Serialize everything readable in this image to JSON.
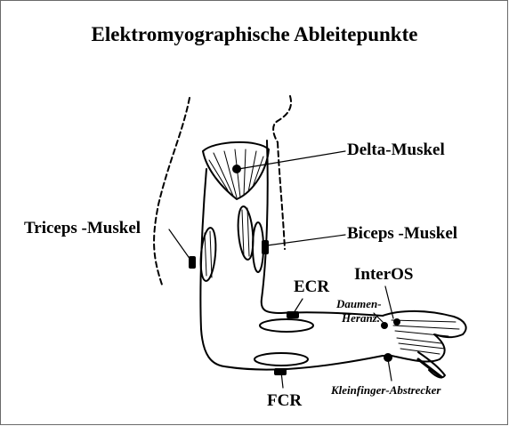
{
  "title": "Elektromyographische Ableitepunkte",
  "labels": {
    "delta": "Delta-Muskel",
    "triceps": "Triceps -Muskel",
    "biceps": "Biceps -Muskel",
    "ecr": "ECR",
    "interos": "InterOS",
    "daumen_line1": "Daumen-",
    "daumen_line2": "Heranz.",
    "fcr": "FCR",
    "kleinfinger": "Kleinfinger-Abstrecker"
  }
}
